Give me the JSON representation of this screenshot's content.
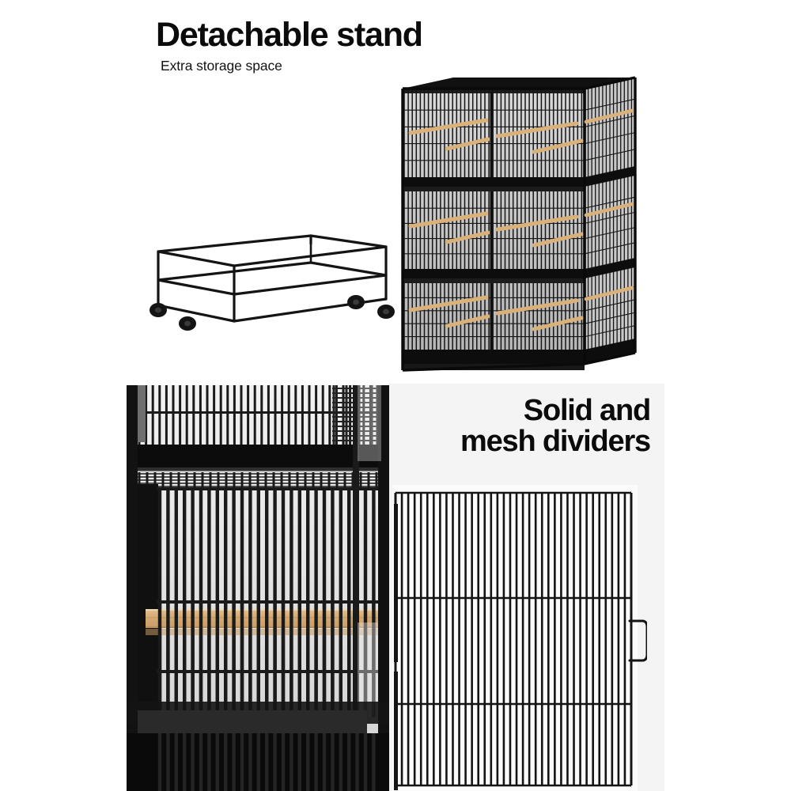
{
  "page": {
    "background": "#ffffff",
    "panel_background": "#f4f4f4",
    "ink": "#0b0b0b",
    "wood_color": "#d9b179",
    "metal_color": "#1a1a1a"
  },
  "top": {
    "headline": "Detachable stand",
    "subhead": "Extra storage space",
    "stand": {
      "name": "detachable-rolling-stand",
      "caster_count": 4,
      "shelf_count": 2,
      "finish": "black-metal"
    },
    "cage": {
      "name": "three-tier-bird-cage",
      "tiers": 3,
      "compartments_per_tier": 2,
      "perches_per_compartment": 2,
      "tray_count": 6,
      "finish": "black-metal"
    }
  },
  "bottom": {
    "headline_line1": "Solid and",
    "headline_line2": "mesh dividers",
    "closeup": {
      "name": "cage-bar-closeup",
      "feature": "wooden perch and horizontal rails"
    },
    "divider": {
      "name": "mesh-divider-panel",
      "handle": "wire-pull-handle",
      "bar_count": 37,
      "rail_count": 3
    }
  }
}
